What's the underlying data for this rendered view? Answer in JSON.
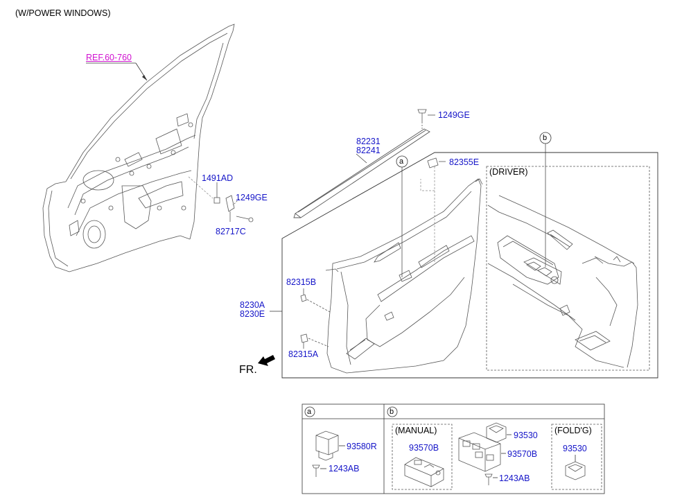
{
  "header": {
    "title": "(W/POWER WINDOWS)"
  },
  "reference": {
    "text": "REF.60-760"
  },
  "parts": {
    "p1249ge_top": "1249GE",
    "p82231": "82231",
    "p82241": "82241",
    "p82355e": "82355E",
    "p1491ad": "1491AD",
    "p1249ge_mid": "1249GE",
    "p82717c": "82717C",
    "p82315b": "82315B",
    "p8230a": "8230A",
    "p8230e": "8230E",
    "p82315a": "82315A"
  },
  "callouts": {
    "a": "a",
    "b": "b"
  },
  "inset": {
    "driver_label": "(DRIVER)"
  },
  "direction": {
    "label": "FR."
  },
  "legend": {
    "col_a_key": "a",
    "col_b_key": "b",
    "a_part": "93580R",
    "a_bolt": "1243AB",
    "manual_label": "(MANUAL)",
    "manual_part": "93570B",
    "mid_top": "93530",
    "mid_main": "93570B",
    "mid_bolt": "1243AB",
    "folding_label": "(FOLD'G)",
    "folding_part": "93530"
  },
  "colors": {
    "part_text": "#1414c8",
    "ref_text": "#d010d0",
    "line": "#333333"
  }
}
